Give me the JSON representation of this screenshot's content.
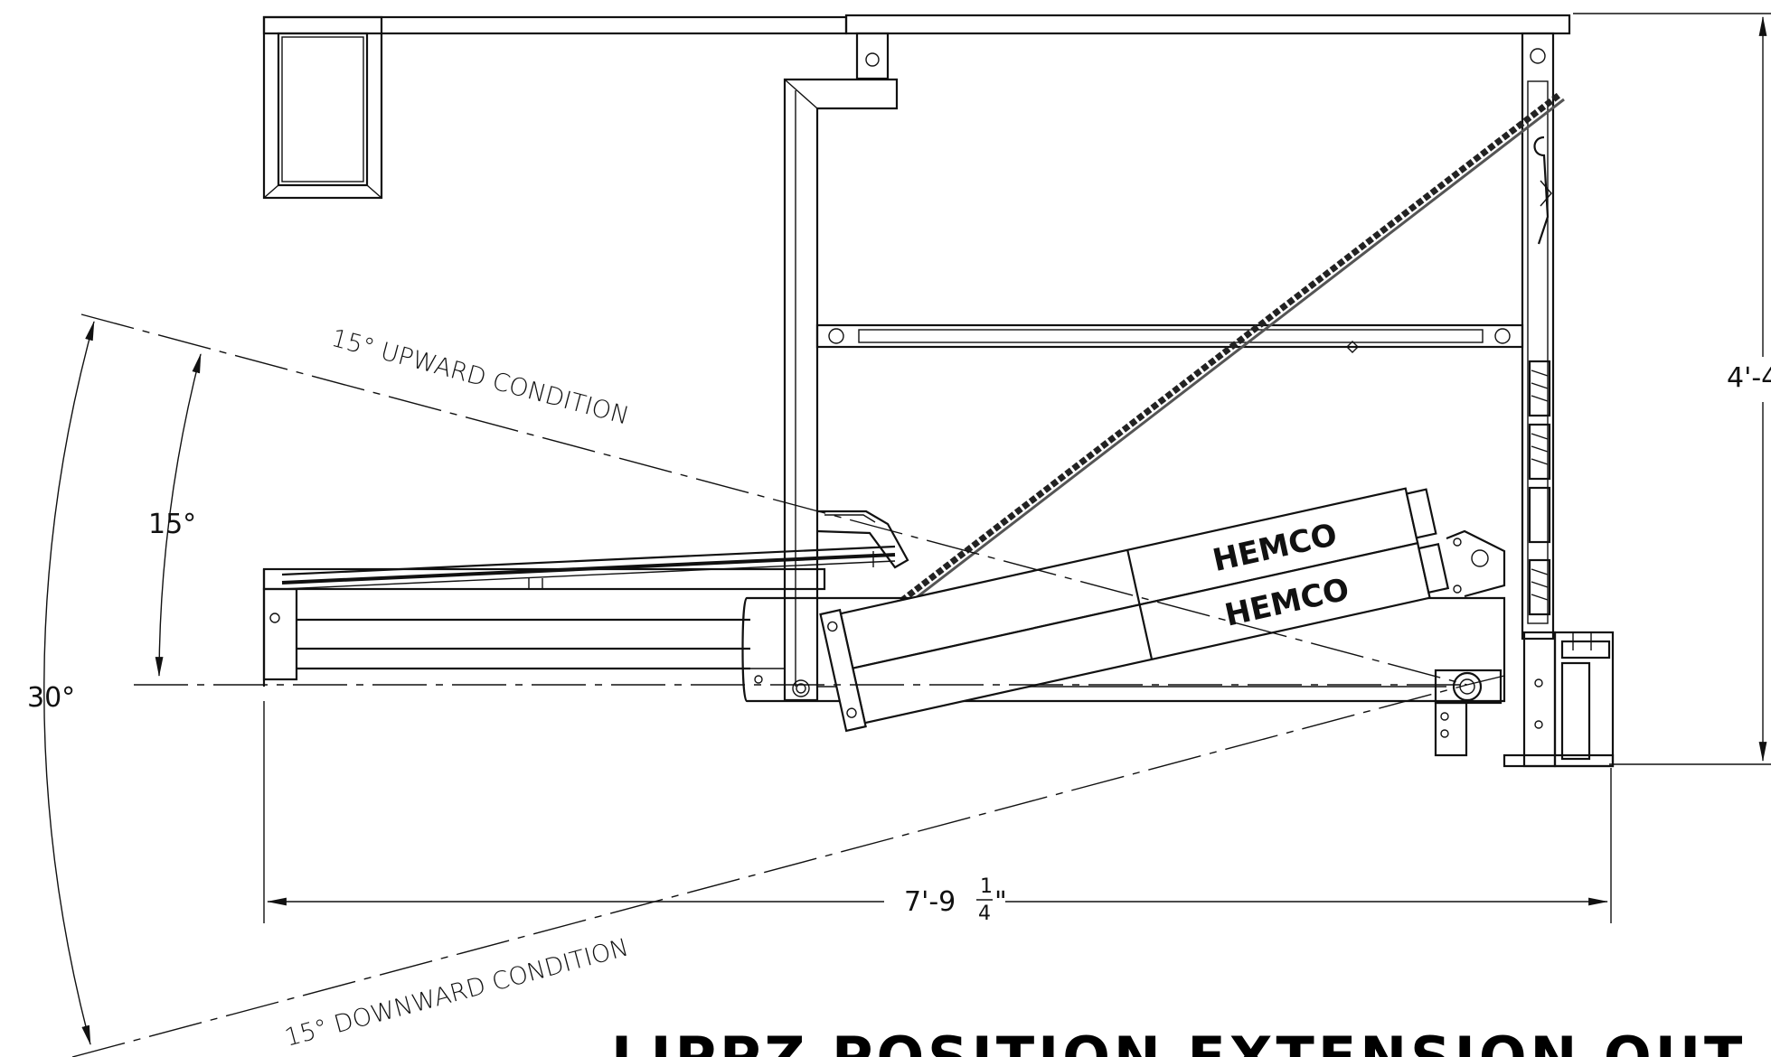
{
  "labels": {
    "upward": "15° UPWARD CONDITION",
    "downward": "15°  DOWNWARD CONDITION",
    "angle_small": "15°",
    "angle_total": "30°",
    "height_dim": "4'-4",
    "width_dim_whole": "7'-9",
    "width_dim_num": "1",
    "width_dim_den": "4",
    "width_dim_unit": "\"",
    "brand_top": "HEMCO",
    "brand_bottom": "HEMCO",
    "heading": "LIPPZ POSITION EXTENSION OUT"
  },
  "icons": {
    "pivot": "pivot-pin-icon",
    "arrow": "dimension-arrow-icon"
  },
  "colors": {
    "line": "#111111",
    "background": "#ffffff"
  }
}
